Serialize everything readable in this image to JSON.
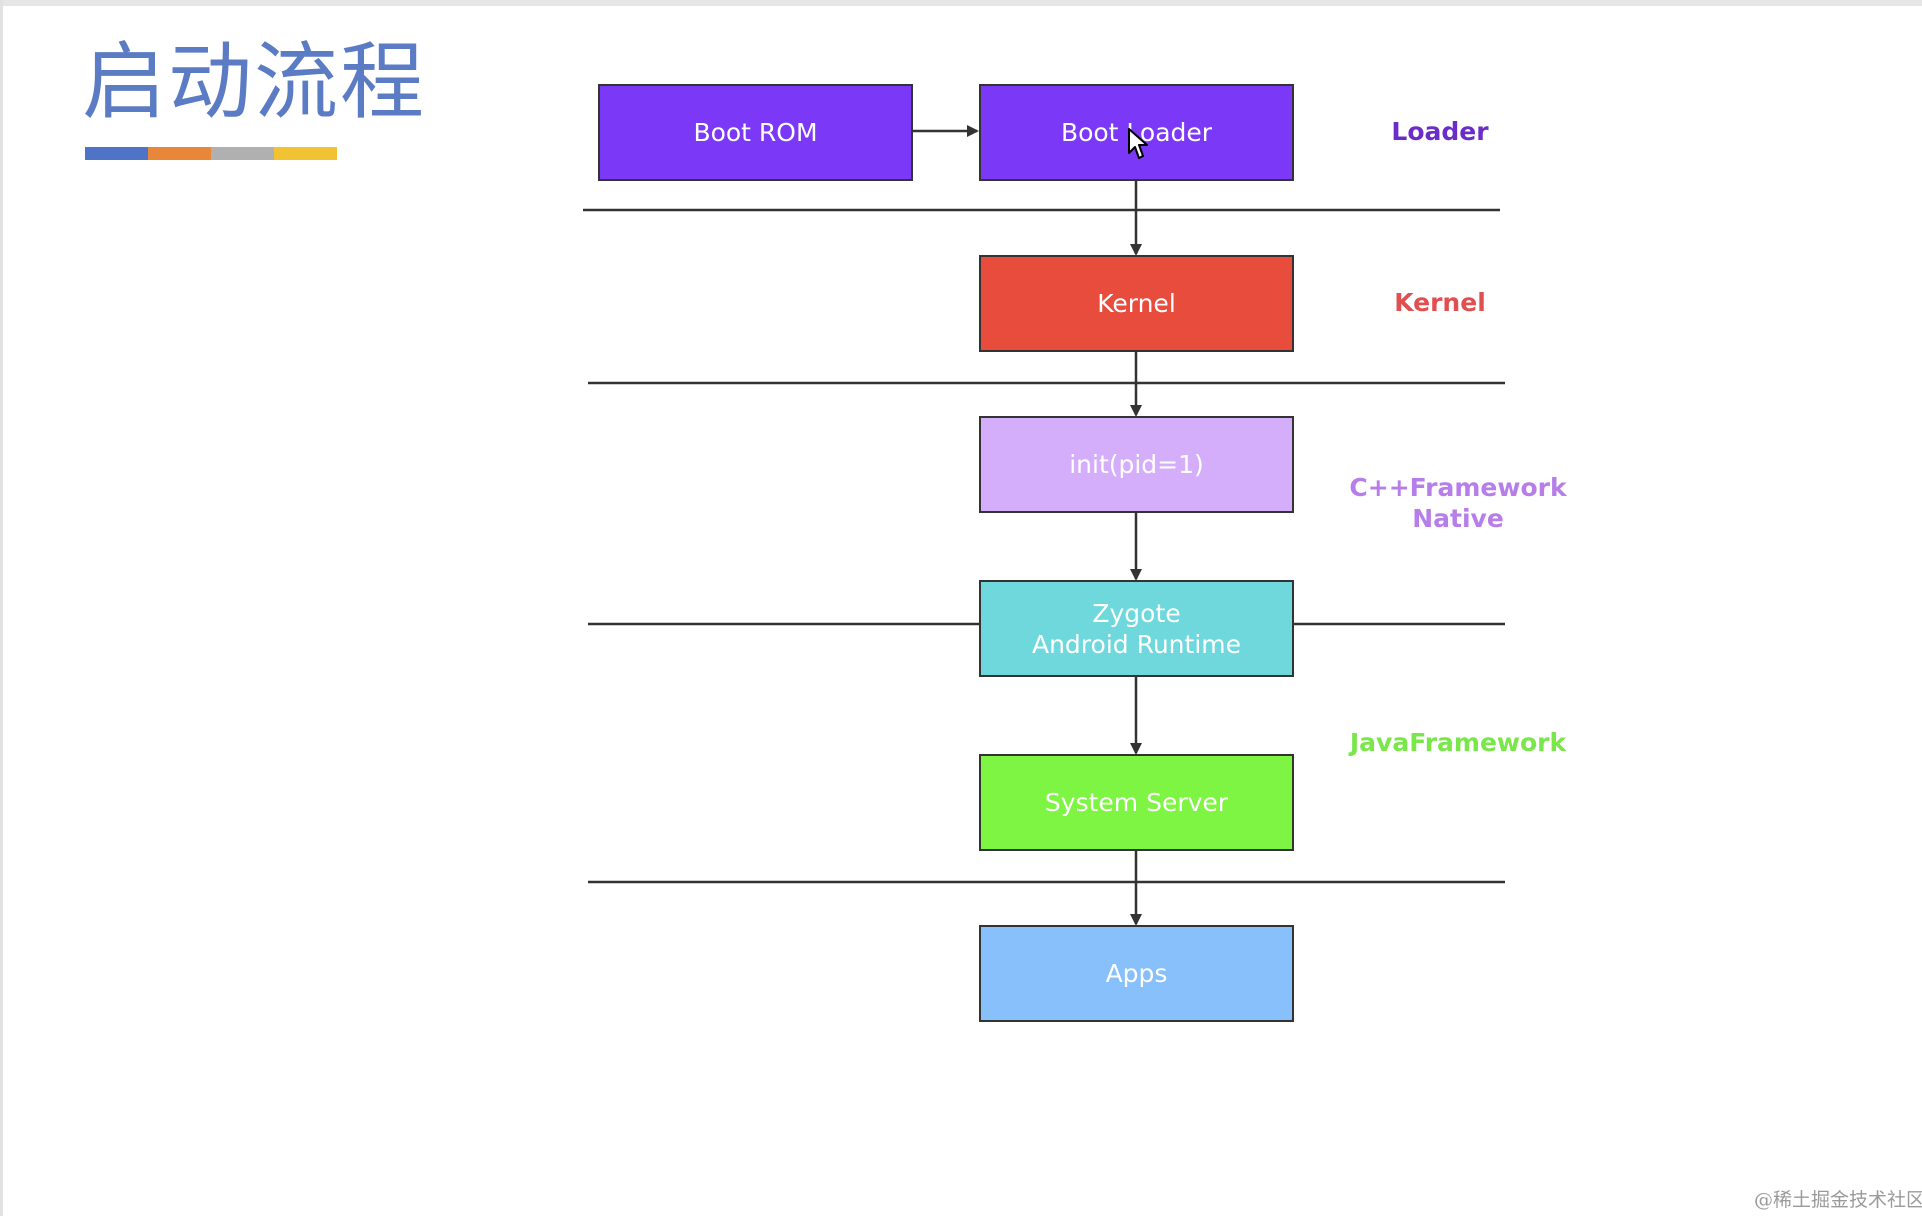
{
  "slide": {
    "title": "启动流程",
    "title_color": "#5b7cc4",
    "underline_colors": [
      "#4f73c6",
      "#e8873a",
      "#b0b0b0",
      "#f1c232"
    ]
  },
  "diagram": {
    "nodes": [
      {
        "id": "boot-rom",
        "lines": [
          "Boot ROM"
        ],
        "fill": "#7b38f7"
      },
      {
        "id": "boot-loader",
        "lines": [
          "Boot Loader"
        ],
        "fill": "#7b38f7"
      },
      {
        "id": "kernel",
        "lines": [
          "Kernel"
        ],
        "fill": "#e74c3c"
      },
      {
        "id": "init",
        "lines": [
          "init(pid=1)"
        ],
        "fill": "#d4aefb"
      },
      {
        "id": "zygote",
        "lines": [
          "Zygote",
          "Android Runtime"
        ],
        "fill": "#6fd8dc"
      },
      {
        "id": "system-server",
        "lines": [
          "System Server"
        ],
        "fill": "#7ef542"
      },
      {
        "id": "apps",
        "lines": [
          "Apps"
        ],
        "fill": "#87c0fa"
      }
    ],
    "layers": [
      {
        "id": "loader",
        "lines": [
          "Loader"
        ],
        "color": "#6a2dc9"
      },
      {
        "id": "kernel",
        "lines": [
          "Kernel"
        ],
        "color": "#e05050"
      },
      {
        "id": "native",
        "lines": [
          "C++Framework",
          "Native"
        ],
        "color": "#b77de8"
      },
      {
        "id": "java",
        "lines": [
          "JavaFramework"
        ],
        "color": "#79e64a"
      }
    ],
    "edges": [
      [
        "boot-rom",
        "boot-loader"
      ],
      [
        "boot-loader",
        "kernel"
      ],
      [
        "kernel",
        "init"
      ],
      [
        "init",
        "zygote"
      ],
      [
        "zygote",
        "system-server"
      ],
      [
        "system-server",
        "apps"
      ]
    ],
    "line_color": "#333333"
  },
  "watermark": "@稀土掘金技术社区"
}
